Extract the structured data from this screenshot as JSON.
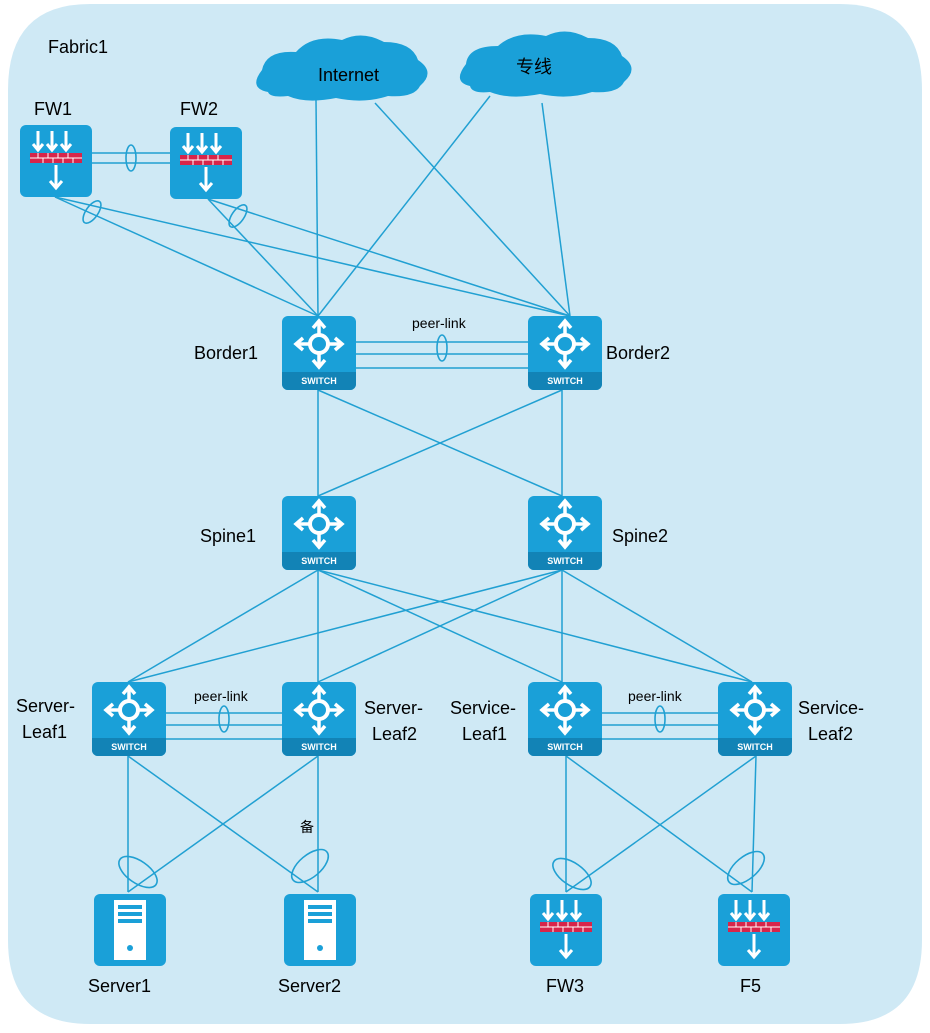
{
  "fabric": {
    "label": "Fabric1",
    "background": "#cfe9f5"
  },
  "colors": {
    "device": "#1aa0d8",
    "device_dark": "#1283b6",
    "link": "#21a0d2",
    "firewall_bar": "#d8254a"
  },
  "clouds": [
    {
      "id": "internet",
      "label": "Internet"
    },
    {
      "id": "leased",
      "label": "专线"
    }
  ],
  "devices": {
    "fw1": {
      "label": "FW1",
      "icon": "firewall-icon"
    },
    "fw2": {
      "label": "FW2",
      "icon": "firewall-icon"
    },
    "border1": {
      "label": "Border1",
      "icon": "switch-icon",
      "caption": "SWITCH"
    },
    "border2": {
      "label": "Border2",
      "icon": "switch-icon",
      "caption": "SWITCH"
    },
    "spine1": {
      "label": "Spine1",
      "icon": "switch-icon",
      "caption": "SWITCH"
    },
    "spine2": {
      "label": "Spine2",
      "icon": "switch-icon",
      "caption": "SWITCH"
    },
    "server_leaf1": {
      "label_line1": "Server-",
      "label_line2": "Leaf1",
      "icon": "switch-icon",
      "caption": "SWITCH"
    },
    "server_leaf2": {
      "label_line1": "Server-",
      "label_line2": "Leaf2",
      "icon": "switch-icon",
      "caption": "SWITCH"
    },
    "service_leaf1": {
      "label_line1": "Service-",
      "label_line2": "Leaf1",
      "icon": "switch-icon",
      "caption": "SWITCH"
    },
    "service_leaf2": {
      "label_line1": "Service-",
      "label_line2": "Leaf2",
      "icon": "switch-icon",
      "caption": "SWITCH"
    },
    "server1": {
      "label": "Server1",
      "icon": "server-icon"
    },
    "server2": {
      "label": "Server2",
      "icon": "server-icon"
    },
    "fw3": {
      "label": "FW3",
      "icon": "firewall-icon"
    },
    "f5": {
      "label": "F5",
      "icon": "firewall-icon"
    }
  },
  "links": {
    "border_peer": "peer-link",
    "server_peer": "peer-link",
    "service_peer": "peer-link",
    "server2_backup": "备"
  }
}
